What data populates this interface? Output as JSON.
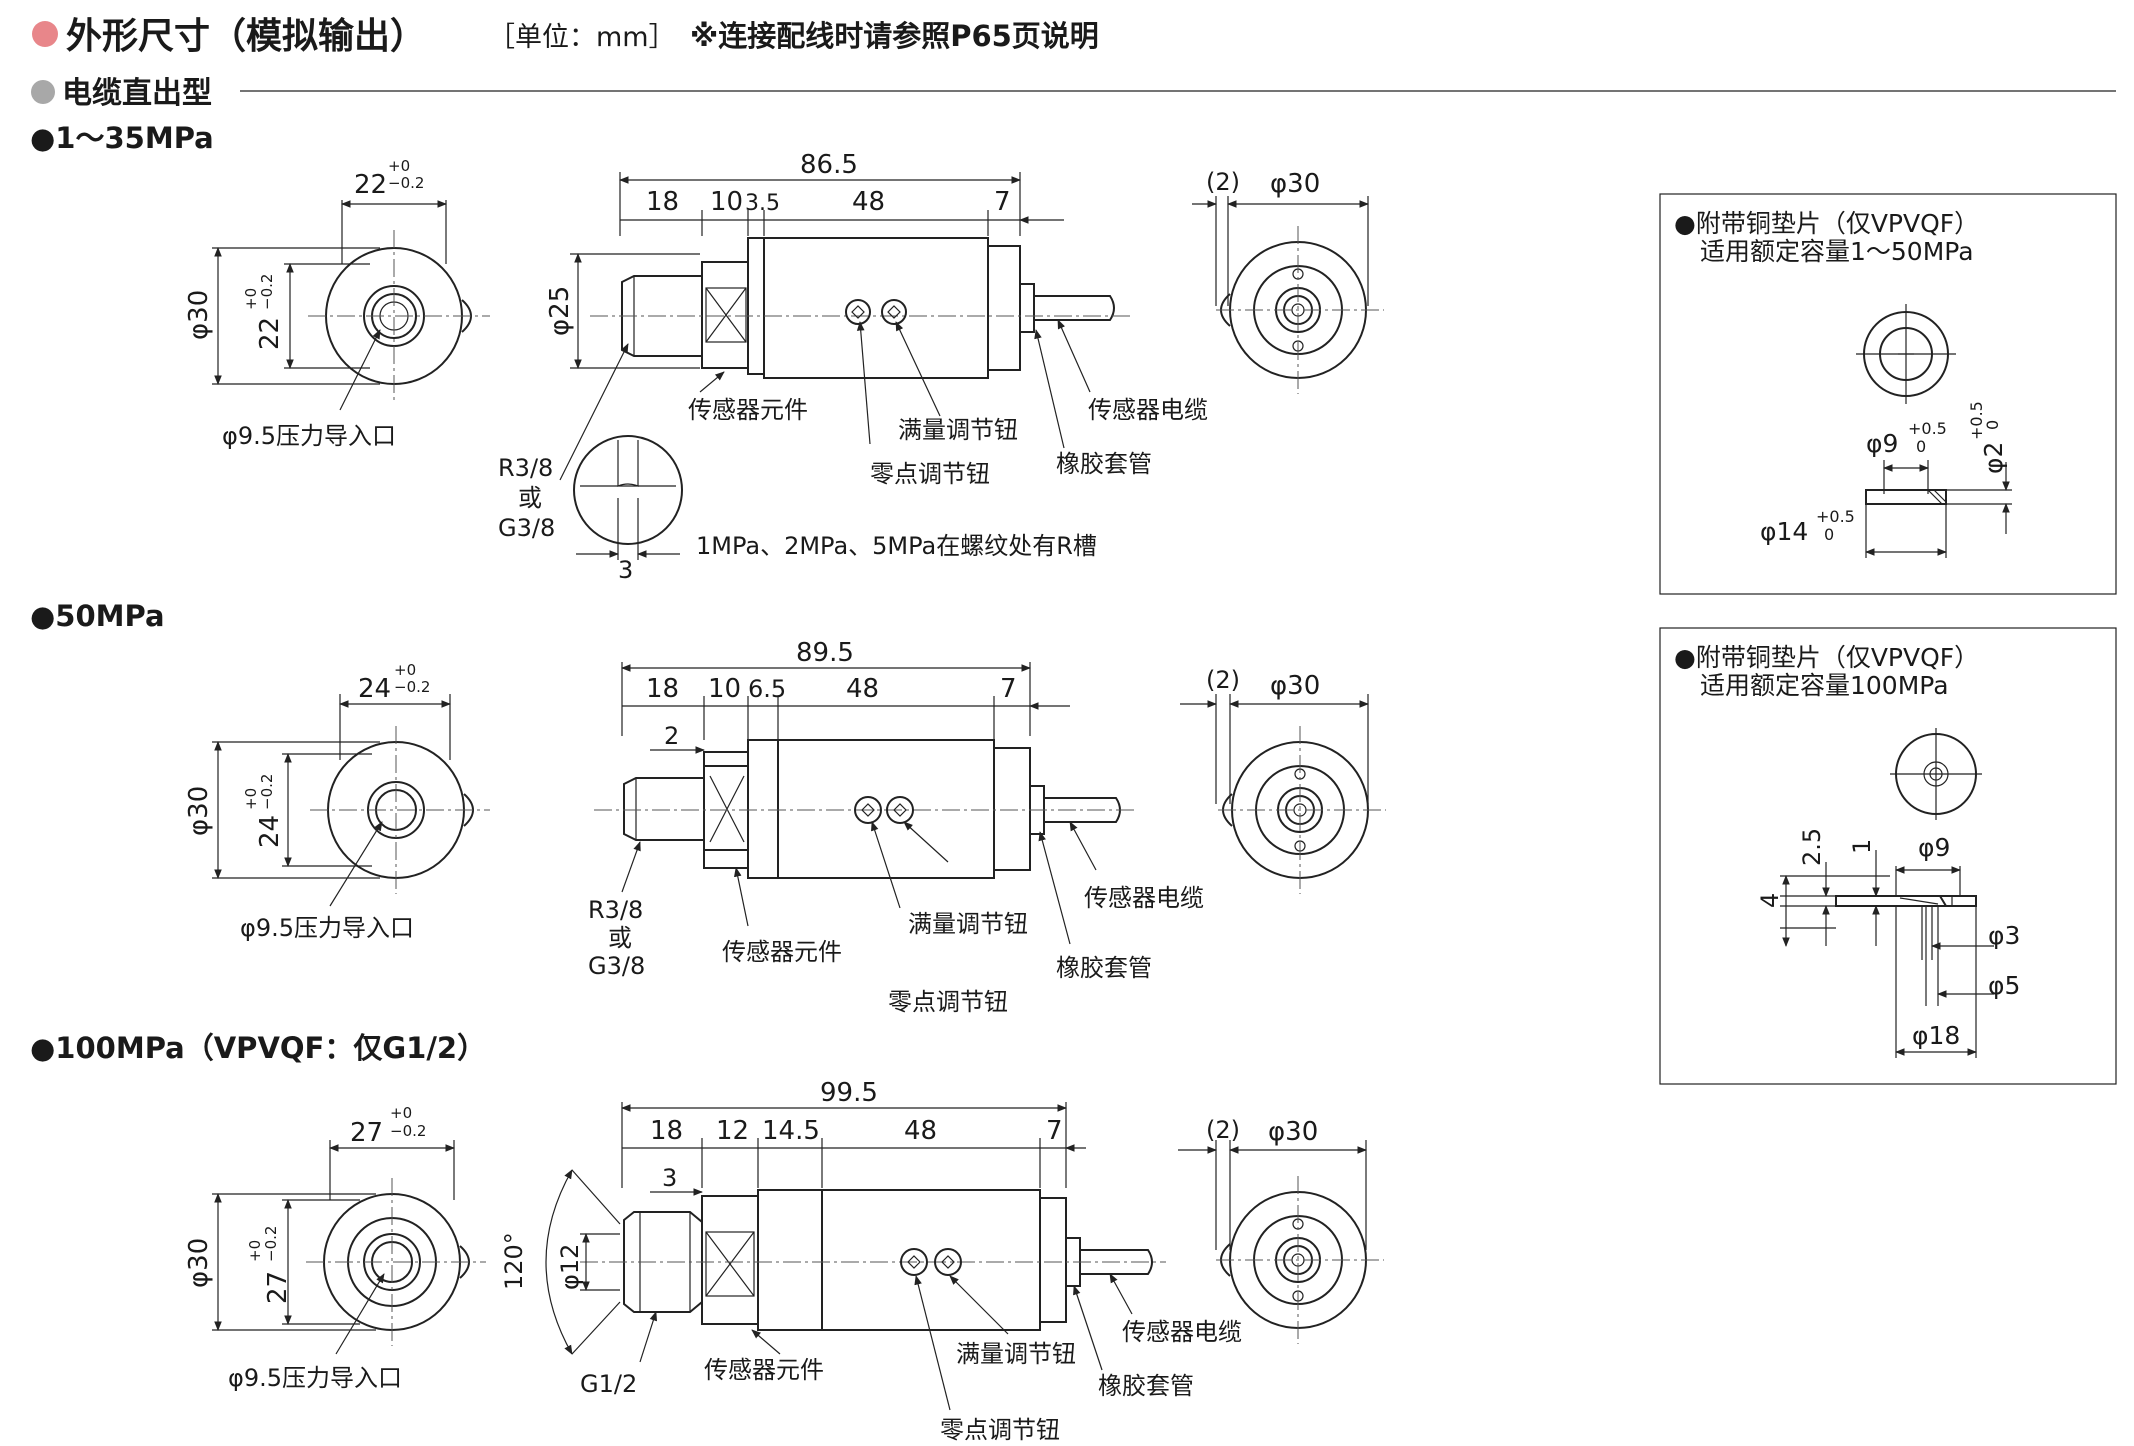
{
  "header": {
    "title": "外形尺寸（模拟输出）",
    "unit": "［单位：mm］",
    "note": "※连接配线时请参照P65页说明",
    "title_dot_color": "#e8868a",
    "section_dot_color": "#a8a8a8"
  },
  "section": {
    "label": "电缆直出型"
  },
  "variants": [
    {
      "label": "●1～35MPa",
      "front": {
        "width": "22",
        "tol": "+0 −0.2",
        "dia": "φ30",
        "port": "φ9.5压力导入口"
      },
      "side": {
        "total": "86.5",
        "d1": "18",
        "d2": "10",
        "d3": "3.5",
        "d4": "48",
        "d5": "7",
        "dia": "φ25",
        "thread1": "R3/8",
        "or": "或",
        "thread2": "G3/8",
        "element": "传感器元件",
        "span": "满量调节钮",
        "zero": "零点调节钮",
        "cable": "传感器电缆",
        "bushing": "橡胶套管",
        "detail_dim": "3",
        "detail_note": "1MPa、2MPa、5MPa在螺纹处有R槽"
      },
      "rear": {
        "gap": "(2)",
        "dia": "φ30"
      }
    },
    {
      "label": "●50MPa",
      "front": {
        "width": "24",
        "tol": "+0 −0.2",
        "dia": "φ30",
        "port": "φ9.5压力导入口"
      },
      "side": {
        "total": "89.5",
        "d1": "18",
        "d2": "10",
        "d3": "6.5",
        "d4": "48",
        "d5": "7",
        "step": "2",
        "thread1": "R3/8",
        "or": "或",
        "thread2": "G3/8",
        "element": "传感器元件",
        "span": "满量调节钮",
        "zero": "零点调节钮",
        "cable": "传感器电缆",
        "bushing": "橡胶套管"
      },
      "rear": {
        "gap": "(2)",
        "dia": "φ30"
      }
    },
    {
      "label": "●100MPa（VPVQF：仅G1/2）",
      "front": {
        "width": "27",
        "tol": "+0 −0.2",
        "dia": "φ30",
        "port": "φ9.5压力导入口"
      },
      "side": {
        "total": "99.5",
        "d1": "18",
        "d2": "12",
        "d3": "14.5",
        "d4": "48",
        "d5": "7",
        "step": "3",
        "dia": "φ12",
        "angle": "120°",
        "thread": "G1/2",
        "element": "传感器元件",
        "span": "满量调节钮",
        "zero": "零点调节钮",
        "cable": "传感器电缆",
        "bushing": "橡胶套管"
      },
      "rear": {
        "gap": "(2)",
        "dia": "φ30"
      }
    }
  ],
  "gasket1": {
    "title": "●附带铜垫片（仅VPVQF）",
    "subtitle": "适用额定容量1～50MPa",
    "inner": "φ9",
    "inner_tol_hi": "+0.5",
    "inner_tol_lo": "0",
    "outer": "φ14",
    "outer_tol_hi": "+0.5",
    "outer_tol_lo": "0",
    "thick": "φ2",
    "thick_tol_hi": "+0.5",
    "thick_tol_lo": "0"
  },
  "gasket2": {
    "title": "●附带铜垫片（仅VPVQF）",
    "subtitle": "适用额定容量100MPa",
    "d_inner": "φ9",
    "d_3": "φ3",
    "d_5": "φ5",
    "d_18": "φ18",
    "h_total": "4",
    "h_25": "2.5",
    "h_1": "1"
  }
}
